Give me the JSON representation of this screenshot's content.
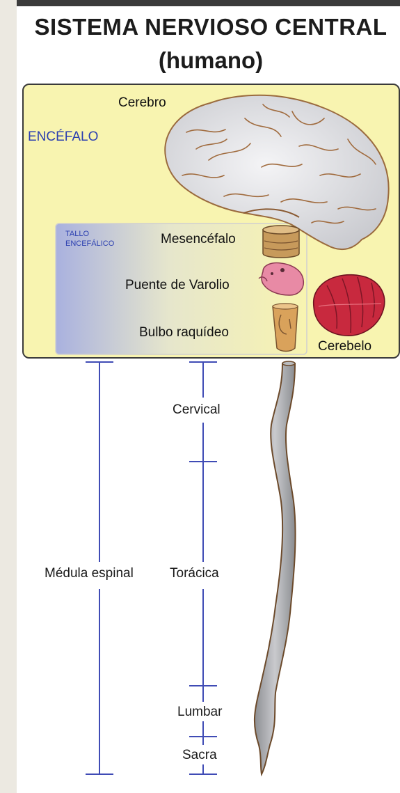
{
  "title": {
    "line1": "SISTEMA  NERVIOSO  CENTRAL",
    "line2": "(humano)"
  },
  "labels": {
    "cerebro": "Cerebro",
    "encefalo": "ENCÉFALO",
    "tallo_line1": "TALLO",
    "tallo_line2": "ENCEFÁLICO",
    "mesencefalo": "Mesencéfalo",
    "puente": "Puente de Varolio",
    "bulbo": "Bulbo raquídeo",
    "cerebelo": "Cerebelo"
  },
  "spinal": {
    "medula": "Médula espinal",
    "cervical": "Cervical",
    "toracica": "Torácica",
    "lumbar": "Lumbar",
    "sacra": "Sacra"
  },
  "colors": {
    "encefalo_box": "#f8f4b0",
    "tallo_blue": "#aab3e0",
    "scale_line": "#3f4bb5",
    "cerebellum": "#c8293e",
    "cord": "#a6a8ab"
  }
}
